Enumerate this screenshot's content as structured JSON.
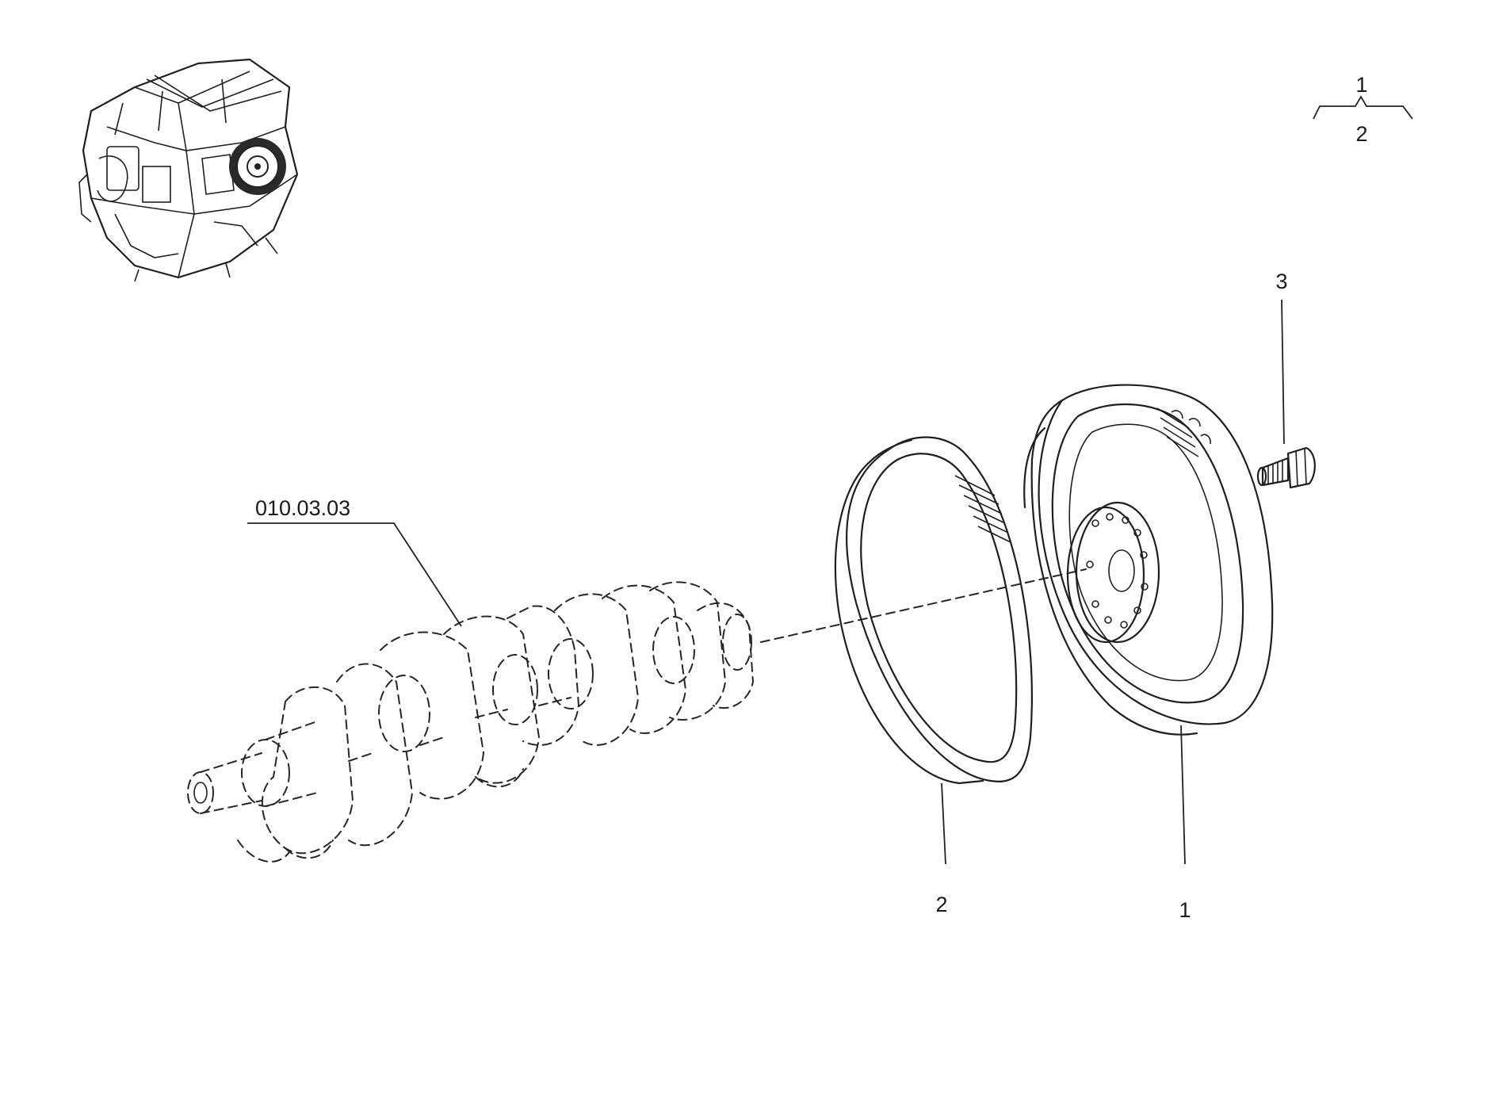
{
  "labels": {
    "assembly_top": "1",
    "assembly_bottom": "2",
    "crankshaft_ref": "010.03.03",
    "part_3": "3",
    "part_2": "2",
    "part_1": "1"
  },
  "icons": {
    "engine_thumbnail": "engine-icon",
    "crankshaft": "crankshaft-phantom",
    "flywheel": "flywheel",
    "ring_gear": "ring-gear",
    "bolt": "bolt"
  },
  "colors": {
    "ink": "#1f1f1f",
    "background": "#ffffff"
  }
}
